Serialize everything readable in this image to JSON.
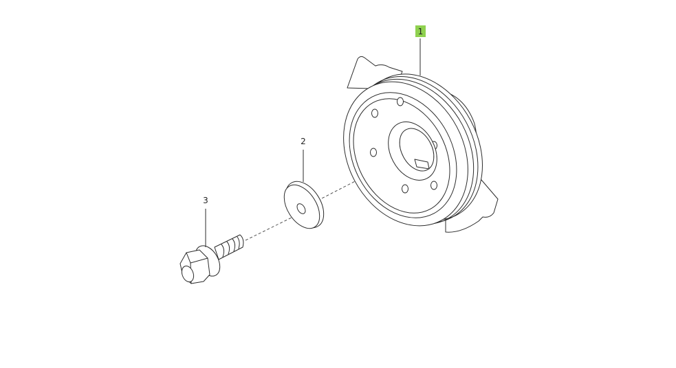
{
  "callouts": [
    {
      "id": "1",
      "label": "1",
      "highlighted": true
    },
    {
      "id": "2",
      "label": "2",
      "highlighted": false
    },
    {
      "id": "3",
      "label": "3",
      "highlighted": false
    }
  ],
  "colors": {
    "highlight": "#8fd14f",
    "line": "#2a2a2a",
    "background": "#ffffff"
  }
}
